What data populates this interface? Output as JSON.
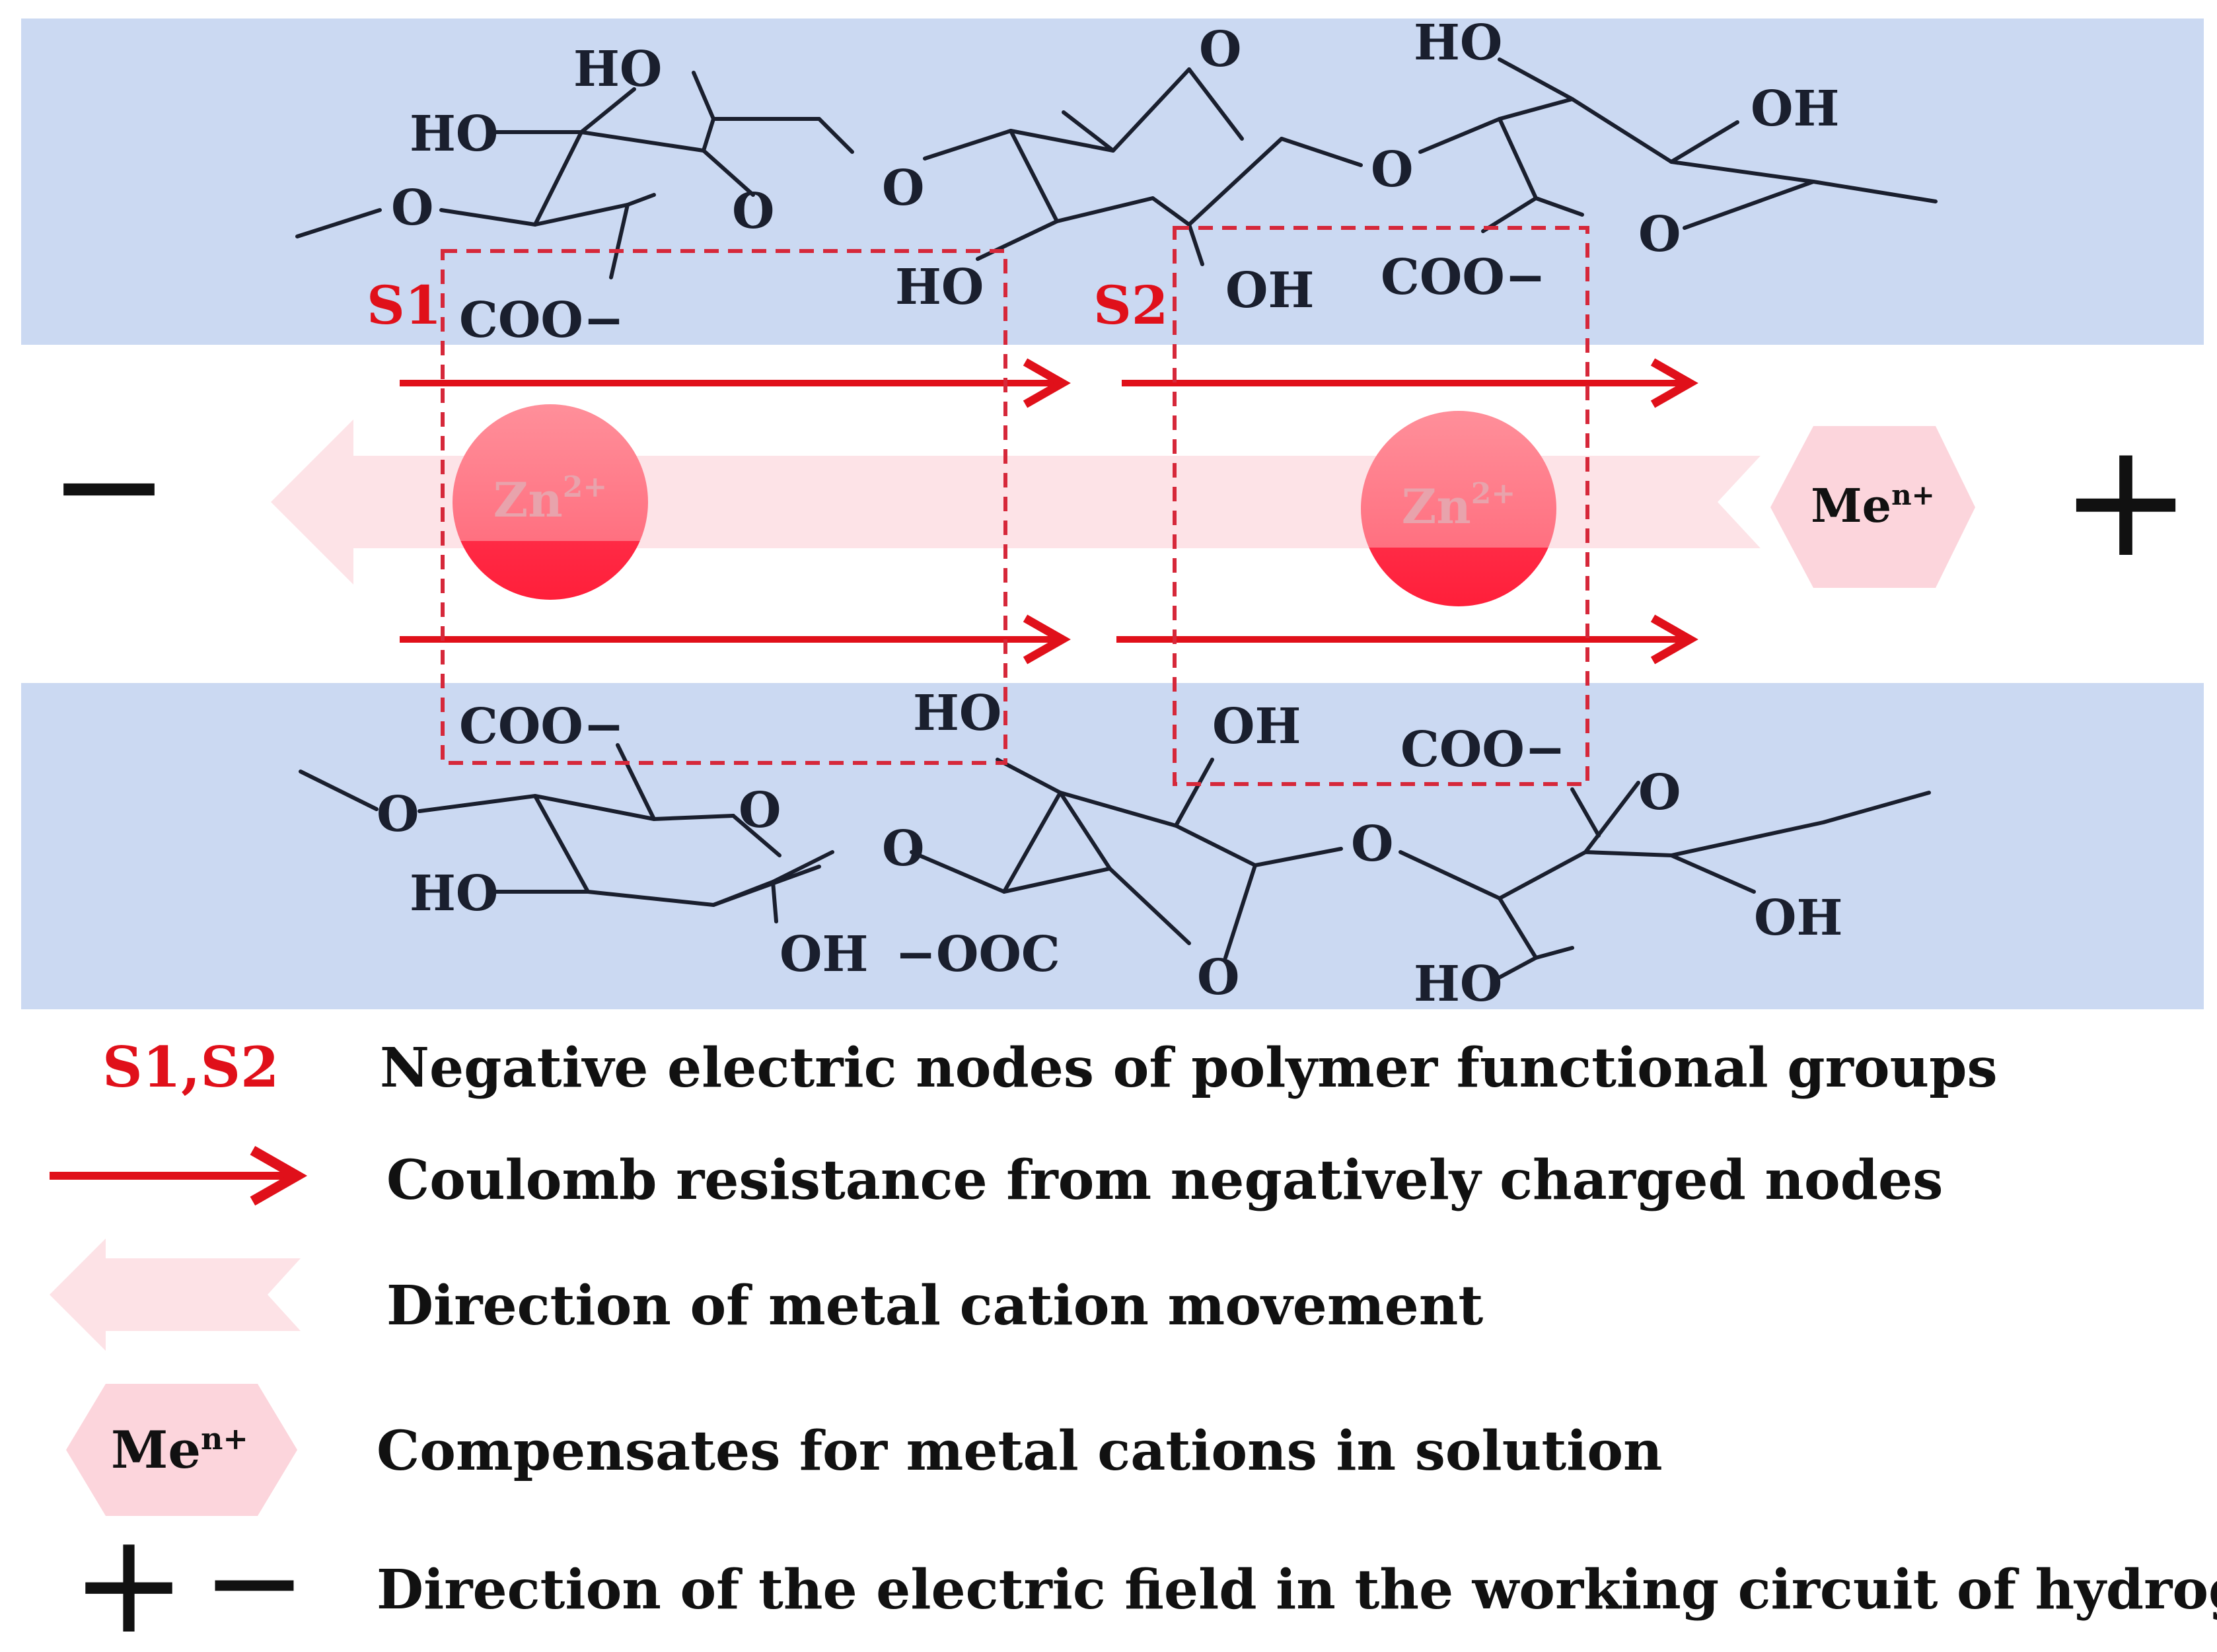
{
  "colors": {
    "polymer_band": "#cbd9f2",
    "coulomb_arrow": "#e0101a",
    "cation_flow": "#fde2e6",
    "hexagon": "#fcd5dc",
    "zn_ion_top": "#ff8f9a",
    "zn_ion_bottom": "#ff1f3a"
  },
  "upper_chain": {
    "groups": [
      "HO",
      "HO",
      "O",
      "O",
      "COO−",
      "O",
      "O",
      "HO",
      "OH",
      "O",
      "O",
      "HO",
      "OH",
      "COO−"
    ]
  },
  "lower_chain": {
    "groups": [
      "COO−",
      "HO",
      "O",
      "O",
      "HO",
      "O",
      "OH",
      "−OOC",
      "OH",
      "O",
      "O",
      "COO−",
      "O",
      "OH",
      "HO"
    ]
  },
  "sites": [
    {
      "label": "S1",
      "ion": {
        "symbol": "Zn",
        "charge": "2+"
      }
    },
    {
      "label": "S2",
      "ion": {
        "symbol": "Zn",
        "charge": "2+"
      }
    }
  ],
  "compensating_cation": {
    "symbol": "Me",
    "charge": "n+"
  },
  "electrodes": {
    "negative": "−",
    "positive": "+"
  },
  "legend": [
    {
      "icon": "site-labels",
      "symbol": "S1,S2",
      "text": "Negative electric nodes of polymer functional groups"
    },
    {
      "icon": "coulomb-arrow",
      "text": "Coulomb resistance from negatively charged nodes"
    },
    {
      "icon": "cation-flow-arrow",
      "text": "Direction of metal cation movement"
    },
    {
      "icon": "cation-hexagon",
      "symbol": "Me",
      "charge": "n+",
      "text": "Compensates for metal cations in solution"
    },
    {
      "icon": "field-polarity",
      "plus": "+",
      "minus": "−",
      "text": "Direction of the electric field in the working circuit of hydrogel"
    }
  ]
}
